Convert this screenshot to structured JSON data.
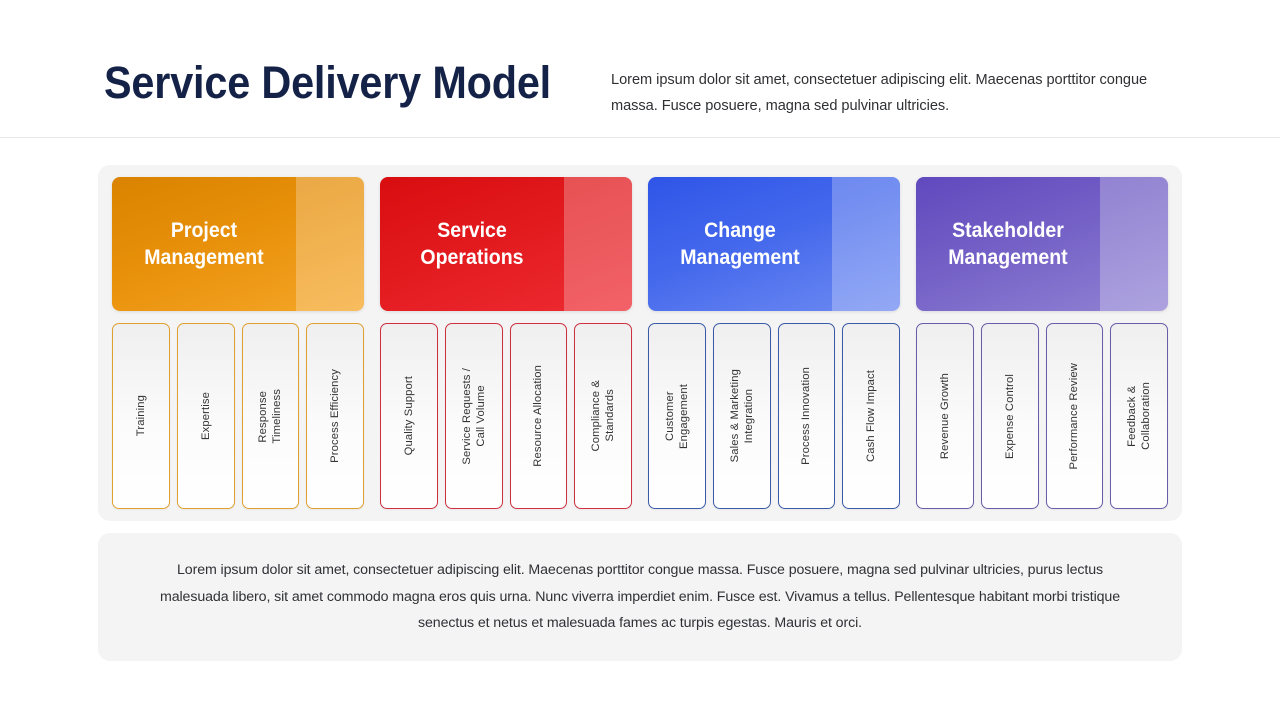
{
  "header": {
    "title": "Service Delivery Model",
    "description": "Lorem ipsum dolor sit amet, consectetuer adipiscing elit. Maecenas porttitor congue massa. Fusce posuere, magna sed pulvinar ultricies."
  },
  "colors": {
    "title": "#152248",
    "panel_bg": "#f4f4f5",
    "orange": "#E8900A",
    "red": "#E01B1B",
    "blue": "#3B63E8",
    "purple": "#6F59C0",
    "orange_border": "#E0A030",
    "red_border": "#CE3040",
    "blue_border": "#3B5BA8",
    "purple_border": "#6B5BA8"
  },
  "groups": [
    {
      "title": "Project\nManagement",
      "accent": "orange",
      "items": [
        {
          "label": "Training"
        },
        {
          "label": "Expertise"
        },
        {
          "label": "Response\nTimeliness"
        },
        {
          "label": "Process Efficiency"
        }
      ]
    },
    {
      "title": "Service\nOperations",
      "accent": "red",
      "items": [
        {
          "label": "Quality Support"
        },
        {
          "label": "Service Requests /\nCall Volume"
        },
        {
          "label": "Resource Allocation"
        },
        {
          "label": "Compliance &\nStandards"
        }
      ]
    },
    {
      "title": "Change\nManagement",
      "accent": "blue",
      "items": [
        {
          "label": "Customer\nEngagement"
        },
        {
          "label": "Sales & Marketing\nIntegration"
        },
        {
          "label": "Process Innovation"
        },
        {
          "label": "Cash Flow Impact"
        }
      ]
    },
    {
      "title": "Stakeholder\nManagement",
      "accent": "purple",
      "items": [
        {
          "label": "Revenue Growth"
        },
        {
          "label": "Expense Control"
        },
        {
          "label": "Performance Review"
        },
        {
          "label": "Feedback &\nCollaboration"
        }
      ]
    }
  ],
  "footer": {
    "note": "Lorem ipsum dolor sit amet, consectetuer adipiscing elit. Maecenas porttitor congue massa. Fusce posuere, magna sed pulvinar ultricies, purus lectus malesuada libero, sit amet commodo magna eros quis urna. Nunc viverra imperdiet enim. Fusce est. Vivamus a tellus. Pellentesque habitant morbi tristique senectus et netus et malesuada fames ac turpis egestas. Mauris et orci."
  }
}
